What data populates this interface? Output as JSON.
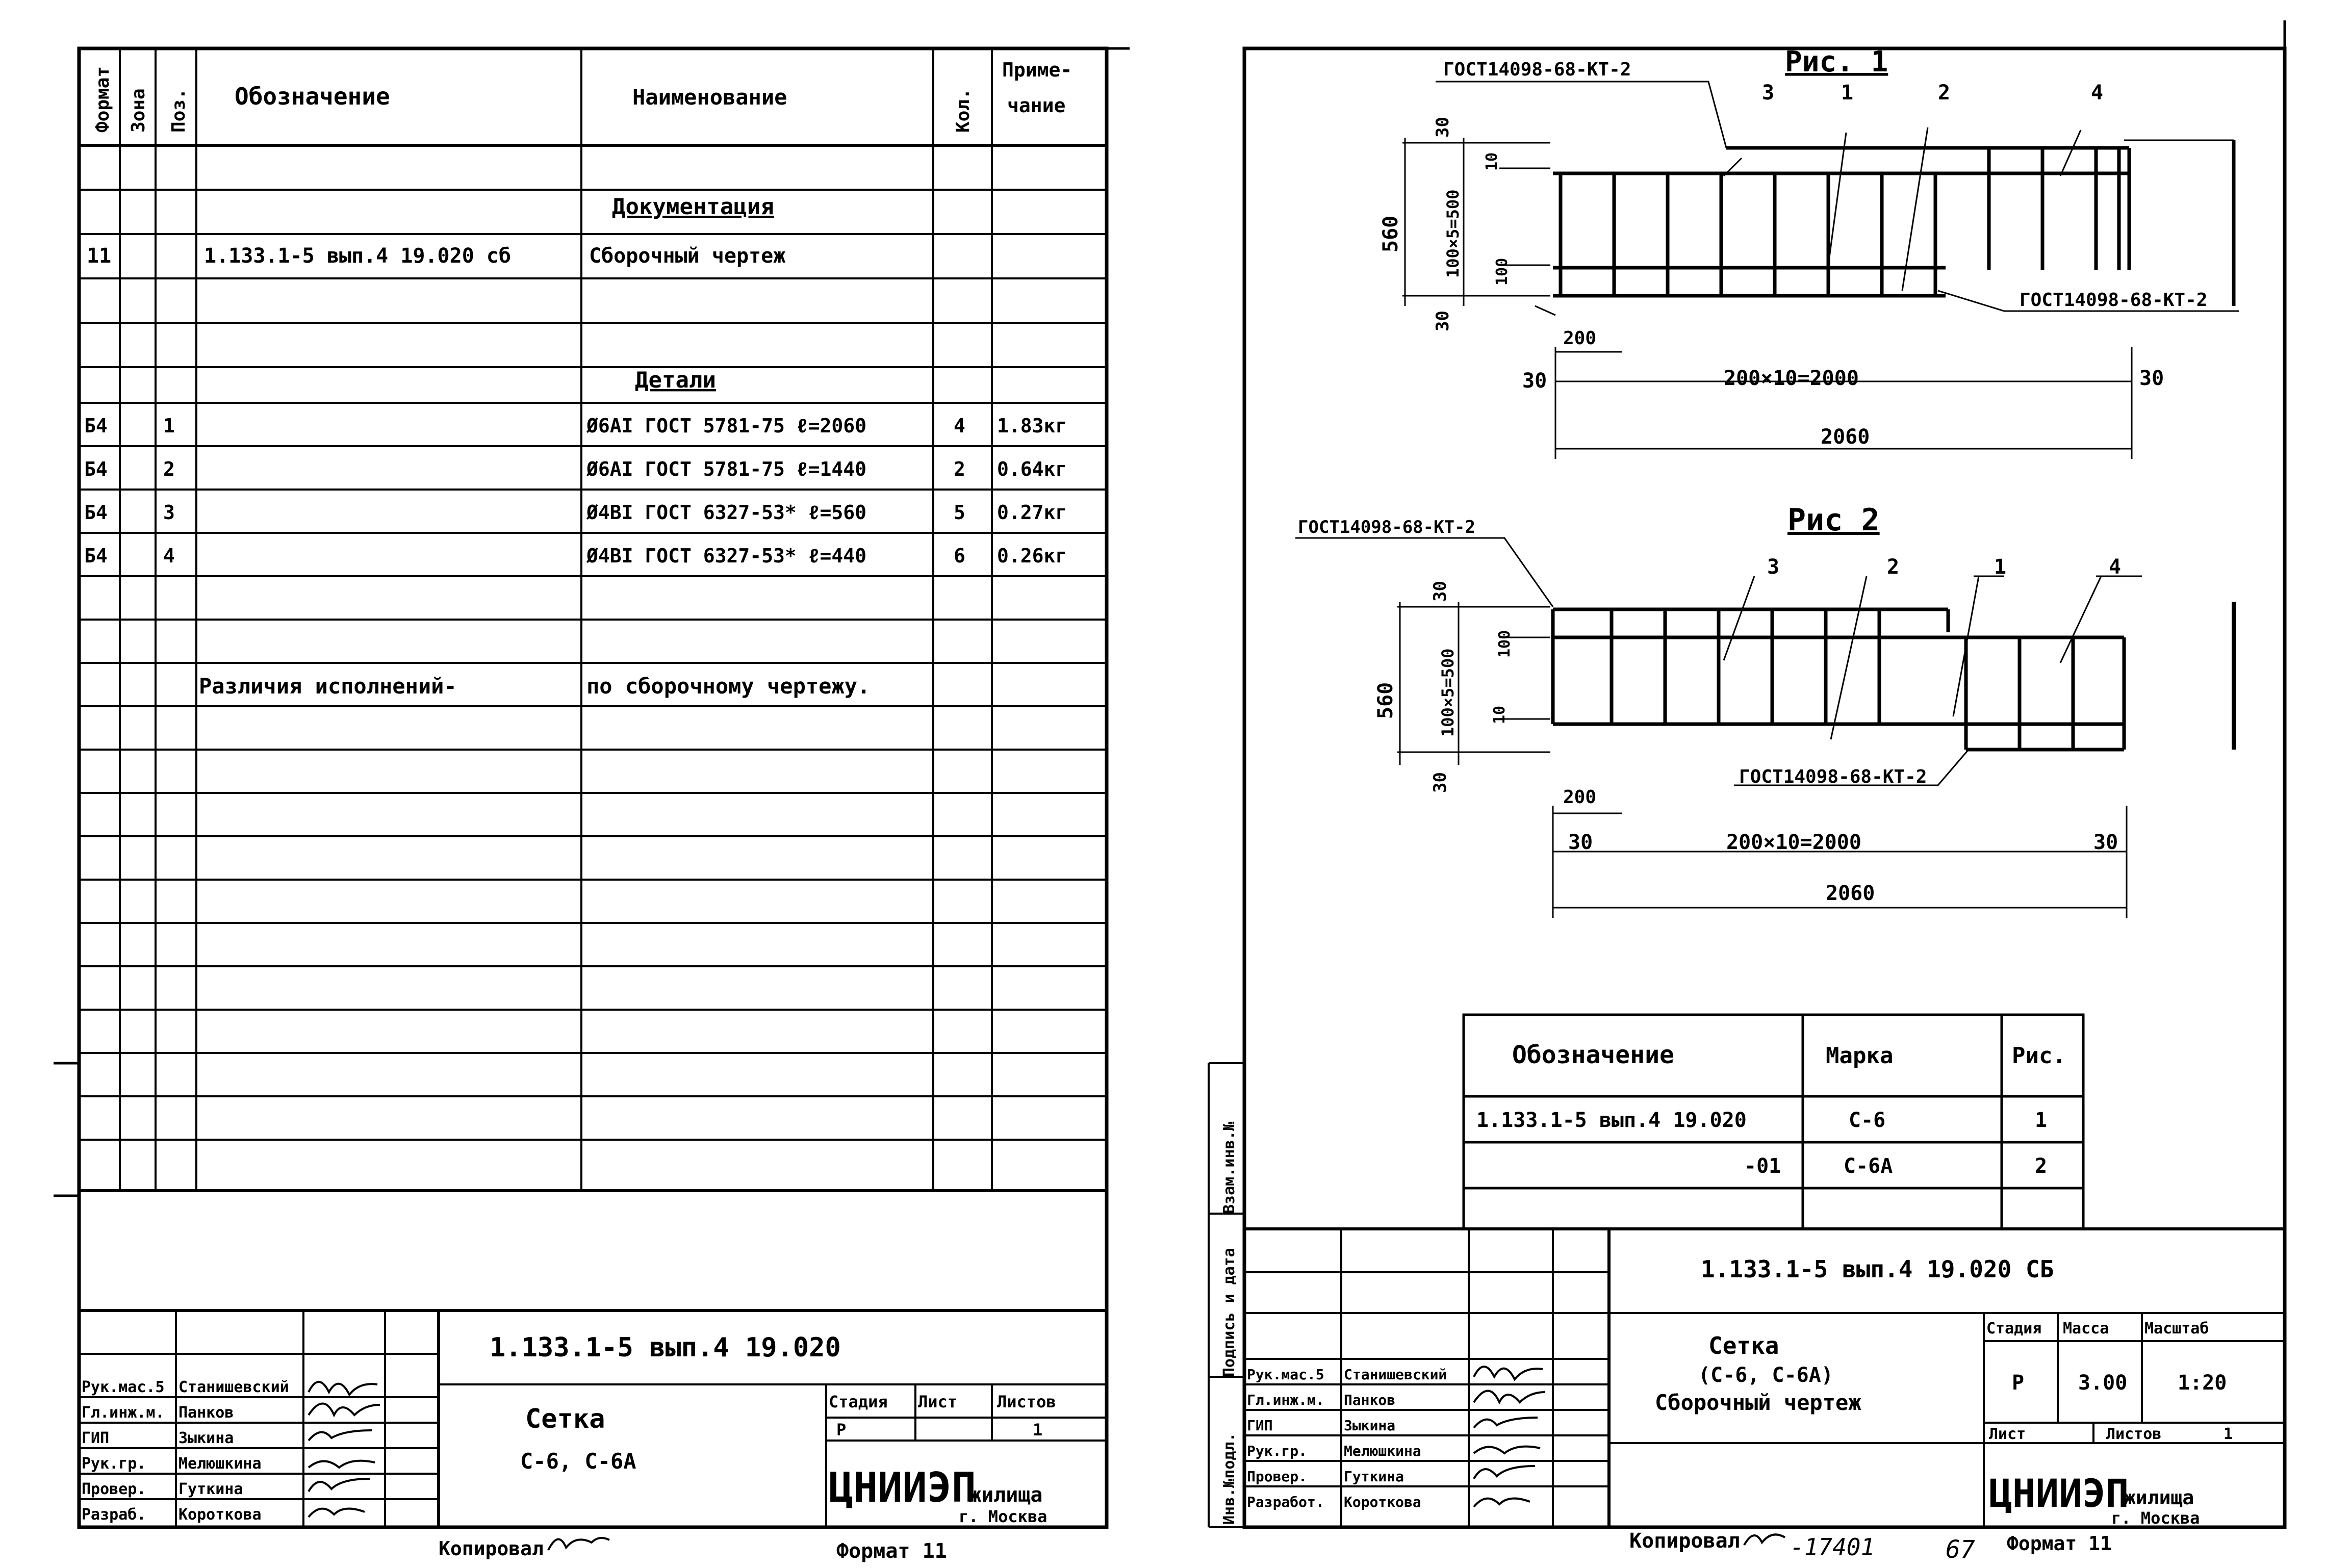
{
  "left_sheet": {
    "spec_header": {
      "format": "Формат",
      "zone": "Зона",
      "pos": "Поз.",
      "designation": "Обозначение",
      "name": "Наименование",
      "qty": "Кол.",
      "note_line1": "Приме-",
      "note_line2": "чание"
    },
    "section_documentation": "Документация",
    "doc_row": {
      "format": "11",
      "designation": "1.133.1-5 вып.4 19.020 сб",
      "name": "Сборочный чертеж"
    },
    "section_details": "Детали",
    "detail_rows": [
      {
        "format": "Б4",
        "pos": "1",
        "name": "Ø6АI ГОСТ 5781-75 ℓ=2060",
        "qty": "4",
        "note": "1.83кг"
      },
      {
        "format": "Б4",
        "pos": "2",
        "name": "Ø6АI ГОСТ 5781-75 ℓ=1440",
        "qty": "2",
        "note": "0.64кг"
      },
      {
        "format": "Б4",
        "pos": "3",
        "name": "Ø4ВI ГОСТ 6327-53* ℓ=560",
        "qty": "5",
        "note": "0.27кг"
      },
      {
        "format": "Б4",
        "pos": "4",
        "name": "Ø4ВI ГОСТ 6327-53* ℓ=440",
        "qty": "6",
        "note": "0.26кг"
      }
    ],
    "variants_left": "Различия исполнений-",
    "variants_right": "по сборочному чертежу.",
    "title_block": {
      "code": "1.133.1-5 вып.4 19.020",
      "title_line1": "Сетка",
      "title_line2": "С-6, С-6А",
      "stage_label": "Стадия",
      "sheet_label": "Лист",
      "sheets_label": "Листов",
      "stage": "Р",
      "sheets": "1",
      "org_big": "ЦНИИЭП",
      "org_small": "жилища",
      "city": "г. Москва",
      "roles": [
        {
          "role": "Рук.мас.5",
          "name": "Станишевский"
        },
        {
          "role": "Гл.инж.м.",
          "name": "Панков"
        },
        {
          "role": "ГИП",
          "name": "Зыкина"
        },
        {
          "role": "Рук.гр.",
          "name": "Мелюшкина"
        },
        {
          "role": "Провер.",
          "name": "Гуткина"
        },
        {
          "role": "Разраб.",
          "name": "Короткова"
        }
      ]
    },
    "copied": "Копировал",
    "format_label": "Формат 11"
  },
  "right_sheet": {
    "fig1": {
      "title": "Рис. 1",
      "gost_top": "ГОСТ14098-68-КТ-2",
      "gost_right": "ГОСТ14098-68-КТ-2",
      "pos_labels": [
        "3",
        "1",
        "2",
        "4"
      ],
      "dim_560": "560",
      "dim_30_top": "30",
      "dim_30_bottom": "30",
      "dim_vert": "100×5=500",
      "dim_10": "10",
      "dim_100": "100",
      "dim_200": "200",
      "dim_30_left": "30",
      "dim_30_right": "30",
      "dim_mid": "200×10=2000",
      "dim_total": "2060"
    },
    "fig2": {
      "title": "Рис 2",
      "gost_top": "ГОСТ14098-68-КТ-2",
      "gost_bottom": "ГОСТ14098-68-КТ-2",
      "pos_labels": [
        "3",
        "2",
        "1",
        "4"
      ],
      "dim_560": "560",
      "dim_30_top": "30",
      "dim_30_bottom": "30",
      "dim_vert": "100×5=500",
      "dim_100": "100",
      "dim_10": "10",
      "dim_200": "200",
      "dim_30_left": "30",
      "dim_30_right": "30",
      "dim_mid": "200×10=2000",
      "dim_total": "2060"
    },
    "variants_table": {
      "headers": [
        "Обозначение",
        "Марка",
        "Рис."
      ],
      "rows": [
        {
          "designation": "1.133.1-5 вып.4 19.020",
          "mark": "С-6",
          "fig": "1"
        },
        {
          "designation": "-01",
          "mark": "С-6А",
          "fig": "2"
        }
      ]
    },
    "side_stamp": [
      "Инв.№подл.",
      "Подпись и дата",
      "Взам.инв.№"
    ],
    "title_block": {
      "code": "1.133.1-5 вып.4 19.020 СБ",
      "title_line1": "Сетка",
      "title_line2": "(С-6, С-6А)",
      "title_line3": "Сборочный чертеж",
      "stage_label": "Стадия",
      "mass_label": "Масса",
      "scale_label": "Масштаб",
      "stage": "Р",
      "mass": "3.00",
      "scale": "1:20",
      "sheet_label": "Лист",
      "sheets_label": "Листов",
      "sheets": "1",
      "org_big": "ЦНИИЭП",
      "org_small": "жилища",
      "city": "г. Москва",
      "roles": [
        {
          "role": "Рук.мас.5",
          "name": "Станишевский"
        },
        {
          "role": "Гл.инж.м.",
          "name": "Панков"
        },
        {
          "role": "ГИП",
          "name": "Зыкина"
        },
        {
          "role": "Рук.гр.",
          "name": "Мелюшкина"
        },
        {
          "role": "Провер.",
          "name": "Гуткина"
        },
        {
          "role": "Разработ.",
          "name": "Короткова"
        }
      ]
    },
    "copied": "Копировал",
    "order_number": "-17401",
    "sheet_number": "67",
    "format_label": "Формат 11"
  }
}
